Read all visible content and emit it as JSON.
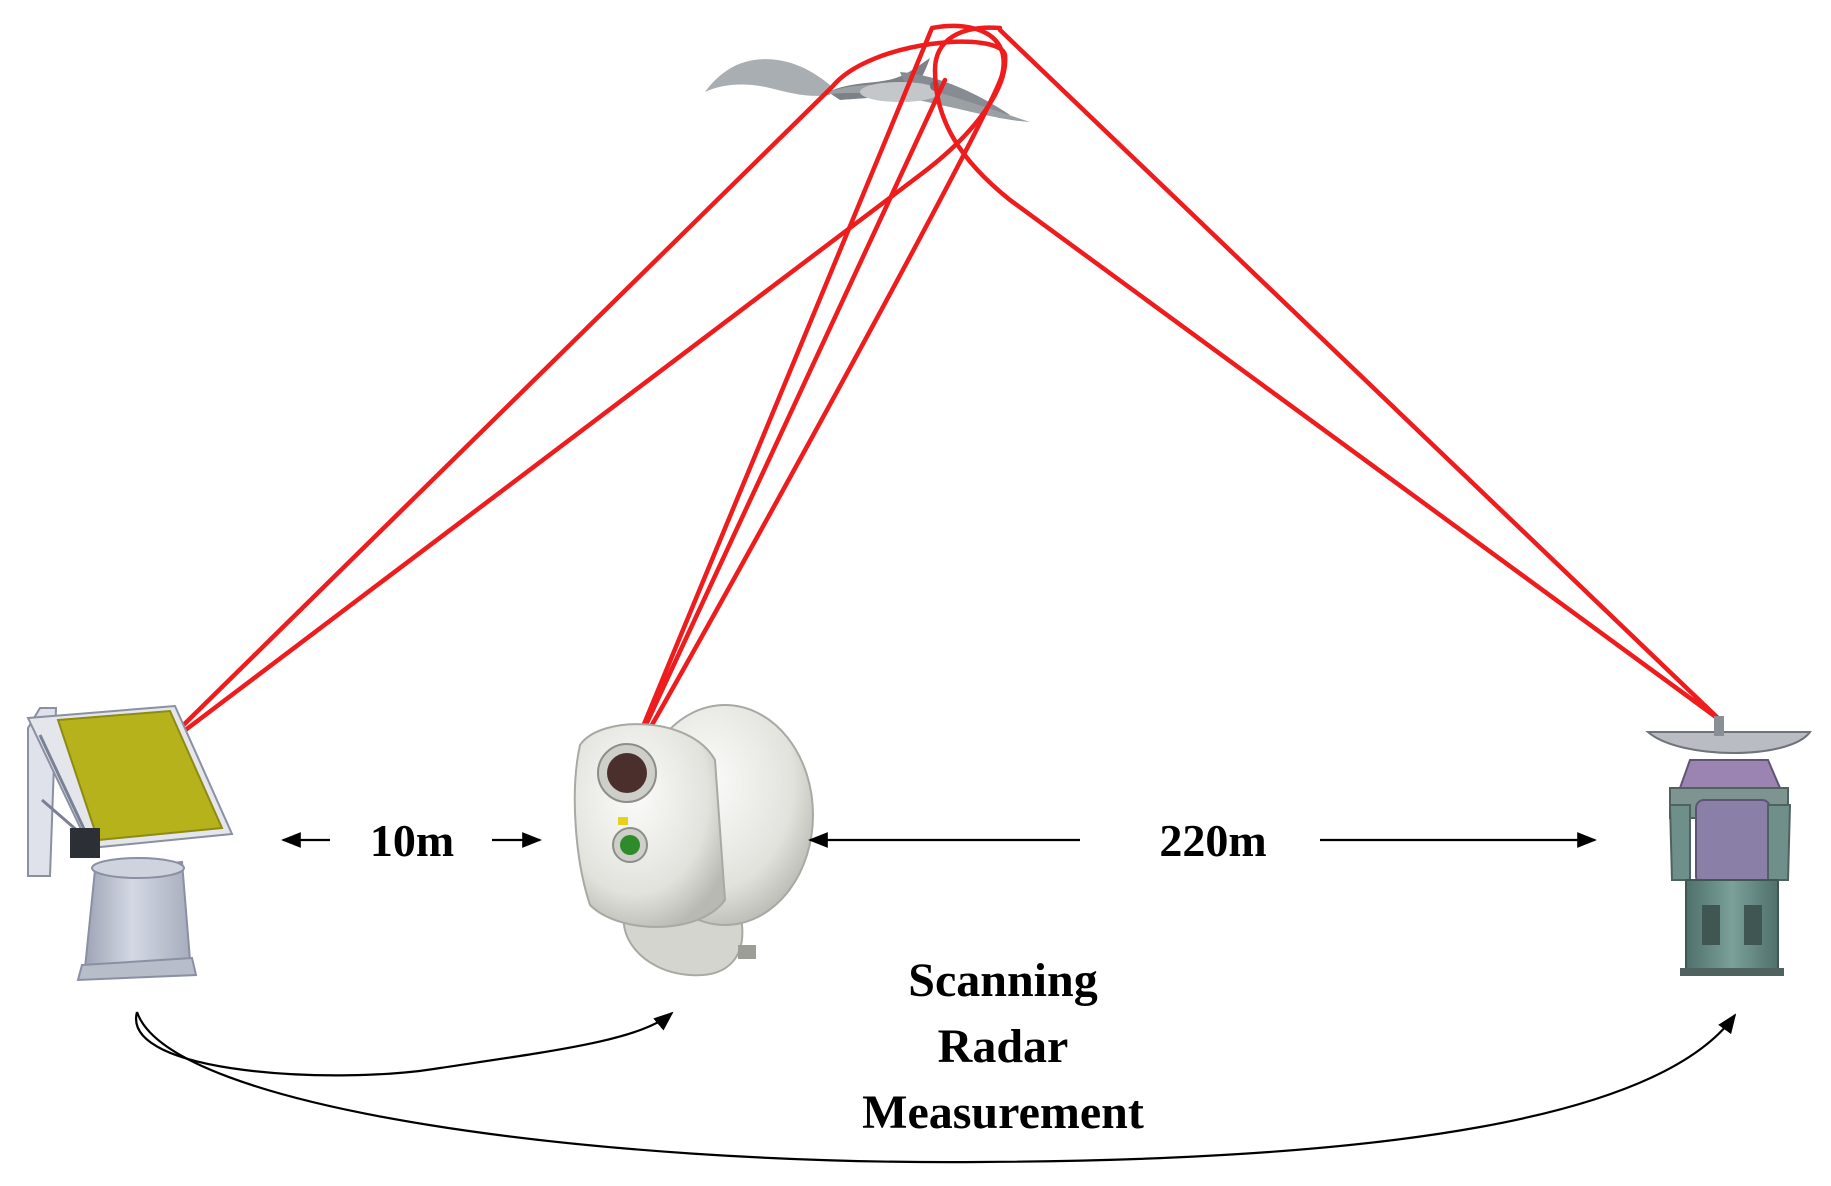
{
  "labels": {
    "short_distance": "10m",
    "long_distance": "220m",
    "caption_line1": "Scanning",
    "caption_line2": "Radar",
    "caption_line3": "Measurement"
  },
  "colors": {
    "beam": "#ee1c1c",
    "panel_face": "#b6b21c",
    "pedestal": "#c7ccd9",
    "camera_body": "#e9e9e6",
    "tracker_body": "#6c8f89",
    "tracker_core": "#8a7fa6",
    "bird": "#8e9499"
  },
  "devices": {
    "left": "phased-array-radar",
    "middle": "electro-optical-camera",
    "right": "dish-tracking-radar"
  },
  "icons": {
    "target": "bird-icon",
    "arrow": "double-arrow-icon"
  }
}
